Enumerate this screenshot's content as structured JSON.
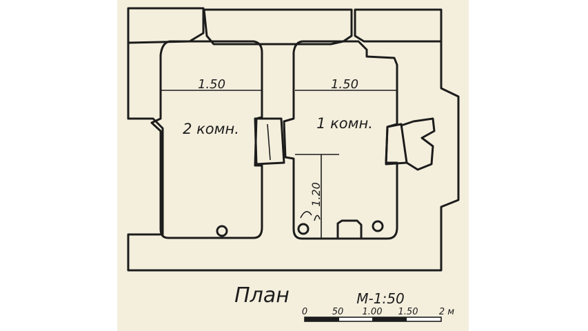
{
  "rooms": [
    {
      "label": "2 комн.",
      "width_dim": "1.50"
    },
    {
      "label": "1 комн.",
      "width_dim": "1.50",
      "depth_dim": "1.20"
    }
  ],
  "title": "План",
  "scale": {
    "label": "М-1:50",
    "ticks": [
      "0",
      "50",
      "1.00",
      "1.50",
      "2 м"
    ]
  },
  "colors": {
    "paper": "#f4efdd",
    "ink": "#1c1c1c"
  }
}
